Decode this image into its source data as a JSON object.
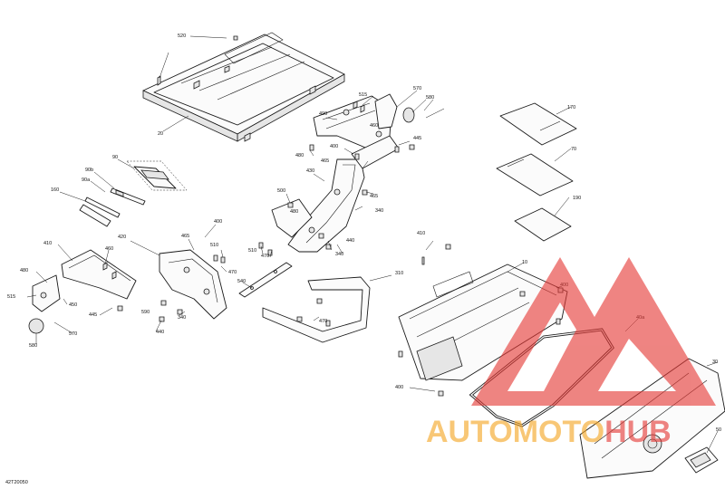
{
  "diagram_code": "42T20050",
  "callouts": [
    {
      "id": "c-520",
      "text": "520"
    },
    {
      "id": "c-20",
      "text": "20"
    },
    {
      "id": "c-515a",
      "text": "515"
    },
    {
      "id": "c-570a",
      "text": "570"
    },
    {
      "id": "c-580a",
      "text": "580"
    },
    {
      "id": "c-490",
      "text": "490"
    },
    {
      "id": "c-460a",
      "text": "460"
    },
    {
      "id": "c-445a",
      "text": "445"
    },
    {
      "id": "c-400a",
      "text": "400"
    },
    {
      "id": "c-480a",
      "text": "480"
    },
    {
      "id": "c-465",
      "text": "465"
    },
    {
      "id": "c-430",
      "text": "430"
    },
    {
      "id": "c-465b",
      "text": "465"
    },
    {
      "id": "c-500",
      "text": "500"
    },
    {
      "id": "c-340a",
      "text": "340"
    },
    {
      "id": "c-480b",
      "text": "480"
    },
    {
      "id": "c-440a",
      "text": "440"
    },
    {
      "id": "c-340b",
      "text": "340"
    },
    {
      "id": "c-510a",
      "text": "510"
    },
    {
      "id": "c-470a",
      "text": "470"
    },
    {
      "id": "c-90",
      "text": "90"
    },
    {
      "id": "c-90b",
      "text": "90b"
    },
    {
      "id": "c-90a",
      "text": "90a"
    },
    {
      "id": "c-160",
      "text": "160"
    },
    {
      "id": "c-400b",
      "text": "400"
    },
    {
      "id": "c-420",
      "text": "420"
    },
    {
      "id": "c-465c",
      "text": "465"
    },
    {
      "id": "c-510b",
      "text": "510"
    },
    {
      "id": "c-470b",
      "text": "470"
    },
    {
      "id": "c-410",
      "text": "410"
    },
    {
      "id": "c-460b",
      "text": "460"
    },
    {
      "id": "c-480c",
      "text": "480"
    },
    {
      "id": "c-515b",
      "text": "515"
    },
    {
      "id": "c-450",
      "text": "450"
    },
    {
      "id": "c-445b",
      "text": "445"
    },
    {
      "id": "c-590",
      "text": "590"
    },
    {
      "id": "c-340c",
      "text": "340"
    },
    {
      "id": "c-440b",
      "text": "440"
    },
    {
      "id": "c-570b",
      "text": "570"
    },
    {
      "id": "c-580b",
      "text": "580"
    },
    {
      "id": "c-540",
      "text": "540"
    },
    {
      "id": "c-310",
      "text": "310"
    },
    {
      "id": "c-470c",
      "text": "470"
    },
    {
      "id": "c-410b",
      "text": "410"
    },
    {
      "id": "c-170",
      "text": "170"
    },
    {
      "id": "c-70",
      "text": "70"
    },
    {
      "id": "c-190",
      "text": "190"
    },
    {
      "id": "c-10",
      "text": "10"
    },
    {
      "id": "c-400c",
      "text": "400"
    },
    {
      "id": "c-40a",
      "text": "40a"
    },
    {
      "id": "c-400d",
      "text": "400"
    },
    {
      "id": "c-30",
      "text": "30"
    },
    {
      "id": "c-50",
      "text": "50"
    }
  ],
  "watermark": {
    "text_part1": "AUTOMOTO",
    "text_part2": "HUB",
    "color_primary": "#e53935",
    "color_secondary": "#f5a623"
  }
}
